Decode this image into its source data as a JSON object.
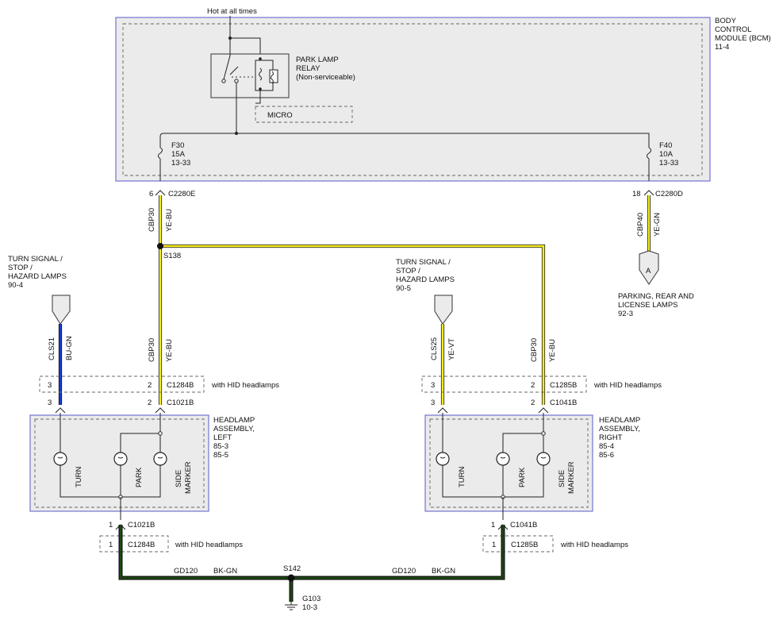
{
  "bcm": {
    "hot_label": "Hot at all times",
    "title_lines": [
      "BODY",
      "CONTROL",
      "MODULE (BCM)",
      "11-4"
    ],
    "relay_lines": [
      "PARK LAMP",
      "RELAY",
      "(Non-serviceable)"
    ],
    "micro": "MICRO",
    "fuse_left": [
      "F30",
      "15A",
      "13-33"
    ],
    "fuse_right": [
      "F40",
      "10A",
      "13-33"
    ]
  },
  "connectors": {
    "c2280e_pin": "6",
    "c2280e": "C2280E",
    "c2280d_pin": "18",
    "c2280d": "C2280D",
    "s138": "S138",
    "s142": "S142",
    "left_hid_pin_a": "3",
    "left_hid_pin_b": "2",
    "left_hid_conn": "C1284B",
    "left_hid_note": "with HID headlamps",
    "left_main_pin_a": "3",
    "left_main_pin_b": "2",
    "left_main_conn": "C1021B",
    "right_hid_pin_a": "3",
    "right_hid_pin_b": "2",
    "right_hid_conn": "C1285B",
    "right_hid_note": "with HID headlamps",
    "right_main_pin_a": "3",
    "right_main_pin_b": "2",
    "right_main_conn": "C1041B",
    "left_gnd_pin": "1",
    "left_gnd_conn": "C1021B",
    "left_gnd_hid_pin": "1",
    "left_gnd_hid_conn": "C1284B",
    "left_gnd_hid_note": "with HID headlamps",
    "right_gnd_pin": "1",
    "right_gnd_conn": "C1041B",
    "right_gnd_hid_pin": "1",
    "right_gnd_hid_conn": "C1285B",
    "right_gnd_hid_note": "with HID headlamps"
  },
  "wires": {
    "cbp30": "CBP30",
    "ye_bu": "YE-BU",
    "cbp40": "CBP40",
    "ye_gn": "YE-GN",
    "cls21": "CLS21",
    "bu_gn": "BU-GN",
    "cls25": "CLS25",
    "ye_vt": "YE-VT",
    "gd120": "GD120",
    "bk_gn": "BK-GN"
  },
  "refs": {
    "turn_left": [
      "TURN SIGNAL /",
      "STOP /",
      "HAZARD LAMPS",
      "90-4"
    ],
    "turn_right": [
      "TURN SIGNAL /",
      "STOP /",
      "HAZARD LAMPS",
      "90-5"
    ],
    "parking_letter": "A",
    "parking": [
      "PARKING, REAR AND",
      "LICENSE LAMPS",
      "92-3"
    ]
  },
  "headlamps": {
    "left_title": [
      "HEADLAMP",
      "ASSEMBLY,",
      "LEFT",
      "85-3",
      "85-5"
    ],
    "right_title": [
      "HEADLAMP",
      "ASSEMBLY,",
      "RIGHT",
      "85-4",
      "85-6"
    ],
    "turn": "TURN",
    "park": "PARK",
    "side": "SIDE",
    "marker": "MARKER"
  },
  "ground": {
    "label": "G103",
    "ref": "10-3"
  },
  "colors": {
    "yellow": "#f6ec1c",
    "blue": "#1a3fd6",
    "green": "#1c4a12",
    "module_border": "#5a5acb",
    "module_fill": "#ebebeb"
  }
}
